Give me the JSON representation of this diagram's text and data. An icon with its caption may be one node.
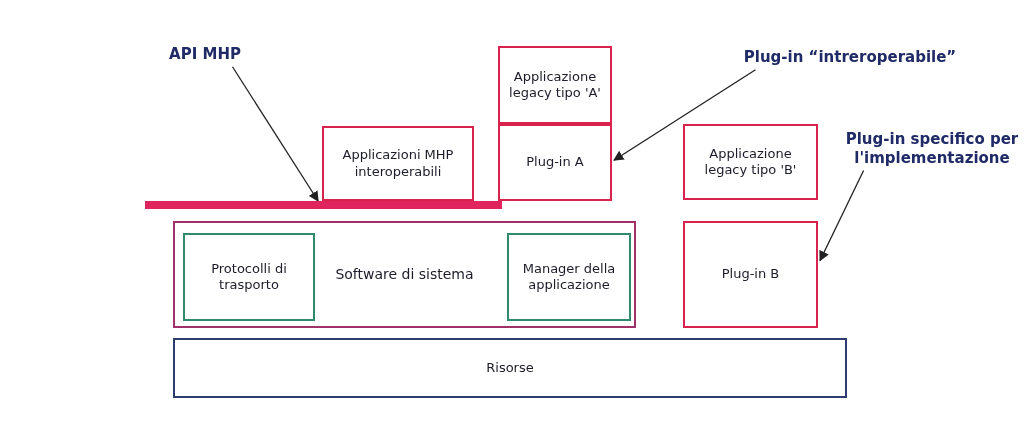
{
  "diagram": {
    "nodes": [
      {
        "text": [
          "API MHP"
        ]
      },
      {
        "text": [],
        "shape": "bar"
      },
      {
        "text": [
          "Applicazioni MHP interoperabili"
        ]
      },
      {
        "text": [
          "Applicazione legacy tipo 'A'"
        ]
      },
      {
        "text": [
          "Plug-in A"
        ]
      },
      {
        "text": [
          "Plug-in “intreroperabile”"
        ]
      },
      {
        "text": [
          "Applicazione legacy tipo 'B'"
        ]
      },
      {
        "text": [
          "Plug-in specifico per l'implementazione"
        ]
      },
      {
        "text": [
          "Software di sistema"
        ]
      },
      {
        "text": [
          "Protocolli di trasporto"
        ],
        "in": 8
      },
      {
        "text": [
          "Manager della applicazione"
        ],
        "in": 8
      },
      {
        "text": [
          "Plug-in B"
        ]
      },
      {
        "text": [
          "Risorse"
        ]
      }
    ],
    "edges": [
      {
        "from": 0,
        "to": 1,
        "arrow": "to"
      },
      {
        "from": 5,
        "to": 4,
        "arrow": "to"
      },
      {
        "from": 7,
        "to": 11,
        "arrow": "to"
      }
    ]
  }
}
